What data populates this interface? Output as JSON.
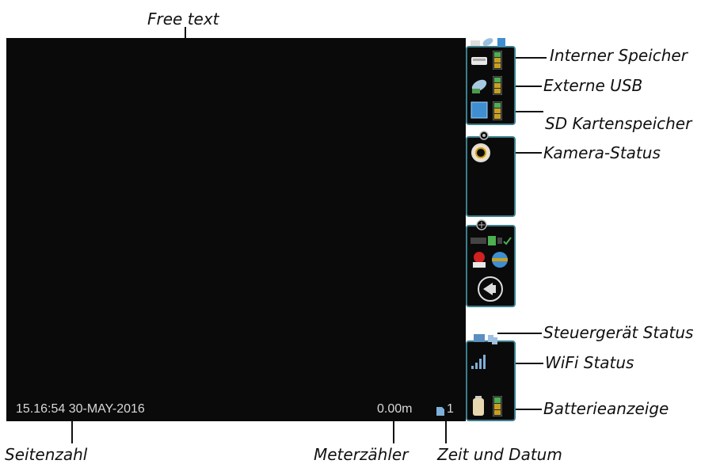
{
  "annotations": {
    "free_text": "Free text",
    "internal_storage": "Interner Speicher",
    "external_usb": "Externe USB",
    "sd_card": "SD Kartenspeicher",
    "camera_status": "Kamera-Status",
    "controller_status": "Steuergerät Status",
    "wifi_status": "WiFi Status",
    "battery": "Batterieanzeige",
    "page_number": "Seitenzahl",
    "meter_counter": "Meterzähler",
    "time_date": "Zeit und Datum"
  },
  "screen": {
    "timestamp": "15.16:54 30-MAY-2016",
    "meter": "0.00m",
    "page": "1"
  },
  "colors": {
    "panel_border": "#3a7f8a",
    "screen_bg": "#0a0a0a",
    "storage_level": "#c8a020"
  },
  "icons": [
    "hdd-icon",
    "usb-icon",
    "sd-card-icon",
    "camera-icon",
    "crawler-icon",
    "signal-bars-icon",
    "battery-icon"
  ]
}
